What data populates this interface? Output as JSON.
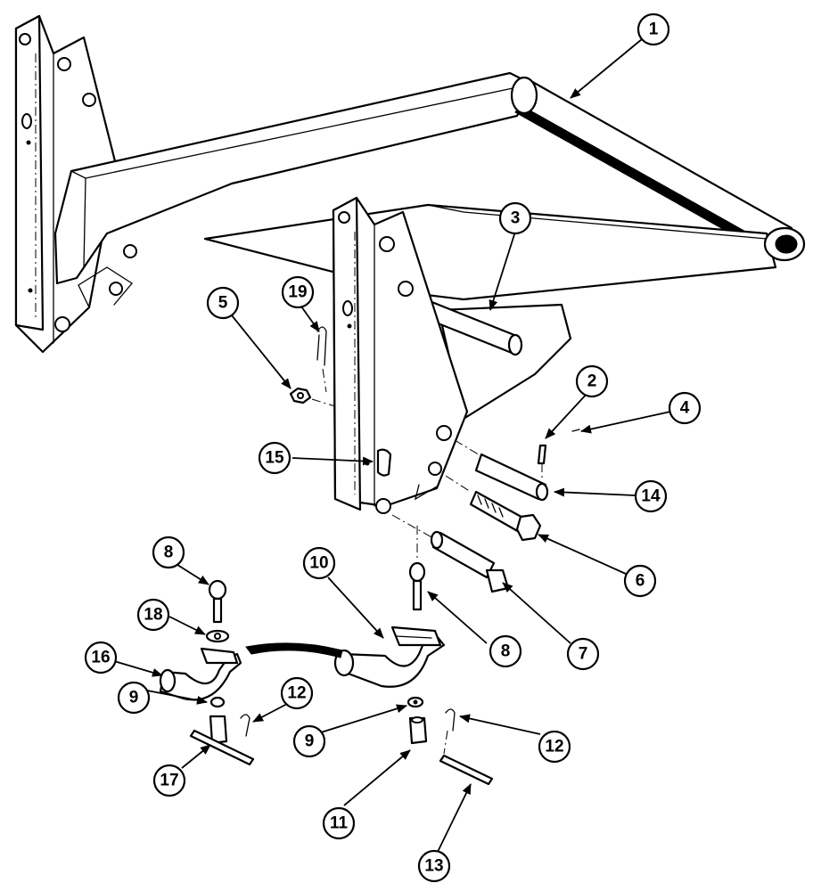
{
  "callouts": [
    {
      "id": "c1",
      "label": "1"
    },
    {
      "id": "c2",
      "label": "2"
    },
    {
      "id": "c3",
      "label": "3"
    },
    {
      "id": "c4",
      "label": "4"
    },
    {
      "id": "c5",
      "label": "5"
    },
    {
      "id": "c6",
      "label": "6"
    },
    {
      "id": "c7",
      "label": "7"
    },
    {
      "id": "c8a",
      "label": "8"
    },
    {
      "id": "c8b",
      "label": "8"
    },
    {
      "id": "c9a",
      "label": "9"
    },
    {
      "id": "c9b",
      "label": "9"
    },
    {
      "id": "c10",
      "label": "10"
    },
    {
      "id": "c11",
      "label": "11"
    },
    {
      "id": "c12a",
      "label": "12"
    },
    {
      "id": "c12b",
      "label": "12"
    },
    {
      "id": "c13",
      "label": "13"
    },
    {
      "id": "c14",
      "label": "14"
    },
    {
      "id": "c15",
      "label": "15"
    },
    {
      "id": "c16",
      "label": "16"
    },
    {
      "id": "c17",
      "label": "17"
    },
    {
      "id": "c18",
      "label": "18"
    },
    {
      "id": "c19",
      "label": "19"
    }
  ]
}
